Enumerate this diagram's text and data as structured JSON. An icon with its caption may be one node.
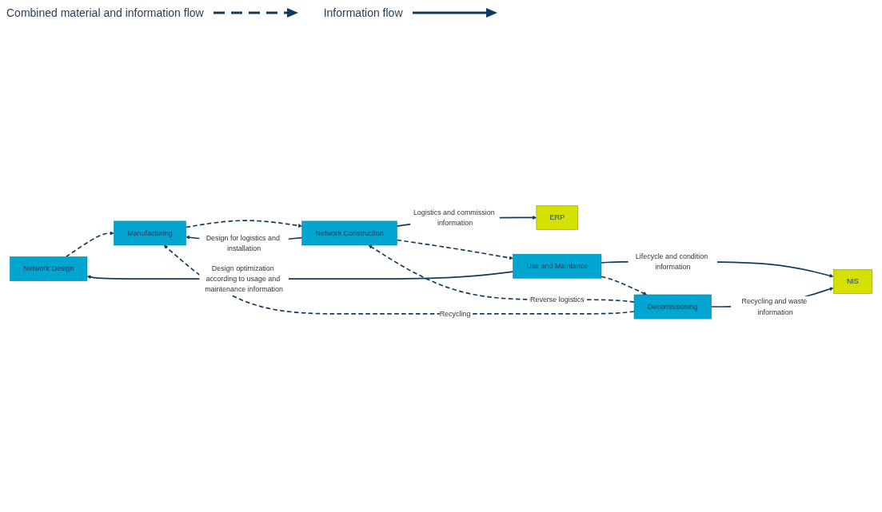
{
  "diagram": {
    "nodes": [
      {
        "text": [
          "ERP"
        ]
      },
      {
        "text": [
          "NIS"
        ]
      },
      {
        "text": [
          "Network Design"
        ]
      },
      {
        "text": [
          "Manufacturing"
        ]
      },
      {
        "text": [
          "Network Construction"
        ]
      },
      {
        "text": [
          "Use and Maintance"
        ]
      },
      {
        "text": [
          "Decomissioning"
        ]
      }
    ],
    "edges": [
      {
        "from": 2,
        "to": 3,
        "arrow": "to",
        "style": "dashed"
      },
      {
        "from": 3,
        "to": 4,
        "arrow": "to",
        "style": "dashed"
      },
      {
        "from": 4,
        "to": 5,
        "arrow": "to",
        "style": "dashed"
      },
      {
        "from": 5,
        "to": 6,
        "arrow": "to",
        "style": "dashed"
      },
      {
        "from": 4,
        "to": 0,
        "arrow": "to",
        "label": "Logistics and commission information"
      },
      {
        "from": 5,
        "to": 1,
        "arrow": "to",
        "label": "Lifecycle and condition information"
      },
      {
        "from": 6,
        "to": 1,
        "arrow": "to",
        "label": "Recycling and waste information"
      },
      {
        "from": 4,
        "to": 3,
        "arrow": "to",
        "label": "Design for logistics and installation"
      },
      {
        "from": 5,
        "to": 2,
        "arrow": "to",
        "label": "Design optimization according to usage and maintenance information"
      },
      {
        "from": 6,
        "to": 4,
        "arrow": "to",
        "style": "dashed",
        "label": "Reverse logistics"
      },
      {
        "from": 6,
        "to": 3,
        "arrow": "to",
        "style": "dashed",
        "label": "Recycling"
      }
    ],
    "legend": [
      {
        "text": "Combined material and information flow"
      },
      {
        "text": "Information flow"
      }
    ]
  }
}
